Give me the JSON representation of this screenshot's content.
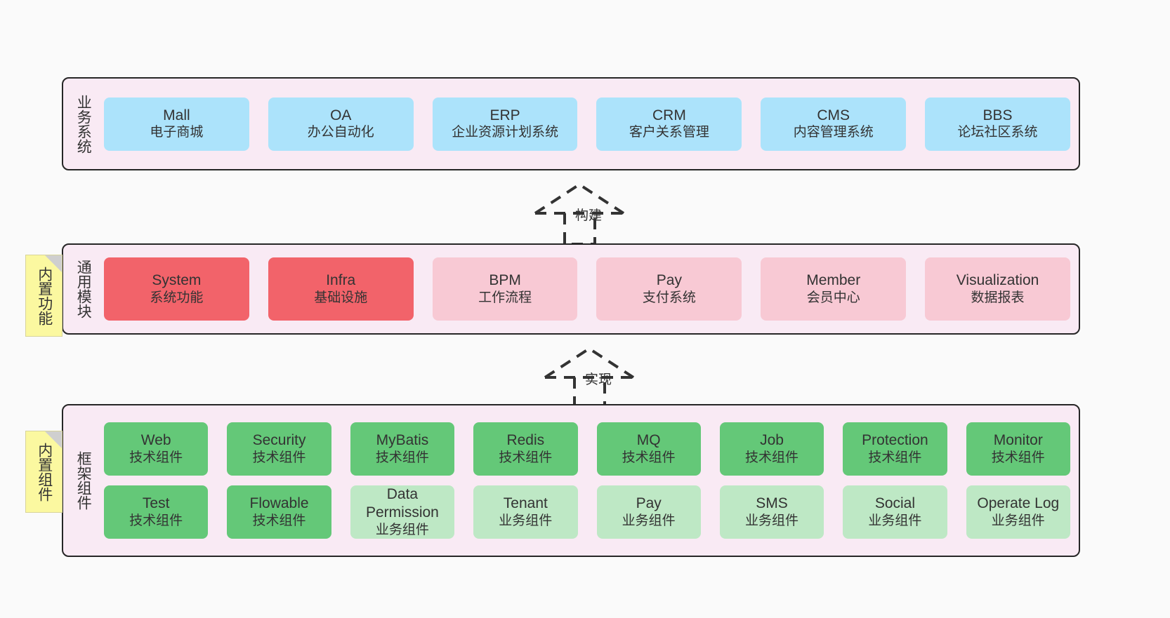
{
  "diagram": {
    "background": "#fafafa",
    "layer_fill": "#f9eaf4",
    "layer_border": "#262626",
    "note_fill": "#fbf8a0"
  },
  "layers": [
    {
      "title": "业务系统",
      "rows": [
        {
          "cards": [
            {
              "en": "Mall",
              "cn": "电子商城",
              "color": "#ace3fb"
            },
            {
              "en": "OA",
              "cn": "办公自动化",
              "color": "#ace3fb"
            },
            {
              "en": "ERP",
              "cn": "企业资源计划系统",
              "color": "#ace3fb"
            },
            {
              "en": "CRM",
              "cn": "客户关系管理",
              "color": "#ace3fb"
            },
            {
              "en": "CMS",
              "cn": "内容管理系统",
              "color": "#ace3fb"
            },
            {
              "en": "BBS",
              "cn": "论坛社区系统",
              "color": "#ace3fb"
            }
          ]
        }
      ]
    },
    {
      "title": "通用模块",
      "note": "内置功能",
      "rows": [
        {
          "cards": [
            {
              "en": "System",
              "cn": "系统功能",
              "color": "#f2636a"
            },
            {
              "en": "Infra",
              "cn": "基础设施",
              "color": "#f2636a"
            },
            {
              "en": "BPM",
              "cn": "工作流程",
              "color": "#f8c9d4"
            },
            {
              "en": "Pay",
              "cn": "支付系统",
              "color": "#f8c9d4"
            },
            {
              "en": "Member",
              "cn": "会员中心",
              "color": "#f8c9d4"
            },
            {
              "en": "Visualization",
              "cn": "数据报表",
              "color": "#f8c9d4"
            }
          ]
        }
      ]
    },
    {
      "title": "框架组件",
      "note": "内置组件",
      "rows": [
        {
          "cards": [
            {
              "en": "Web",
              "cn": "技术组件",
              "color": "#64c878"
            },
            {
              "en": "Security",
              "cn": "技术组件",
              "color": "#64c878"
            },
            {
              "en": "MyBatis",
              "cn": "技术组件",
              "color": "#64c878"
            },
            {
              "en": "Redis",
              "cn": "技术组件",
              "color": "#64c878"
            },
            {
              "en": "MQ",
              "cn": "技术组件",
              "color": "#64c878"
            },
            {
              "en": "Job",
              "cn": "技术组件",
              "color": "#64c878"
            },
            {
              "en": "Protection",
              "cn": "技术组件",
              "color": "#64c878"
            },
            {
              "en": "Monitor",
              "cn": "技术组件",
              "color": "#64c878"
            }
          ]
        },
        {
          "cards": [
            {
              "en": "Test",
              "cn": "技术组件",
              "color": "#64c878"
            },
            {
              "en": "Flowable",
              "cn": "技术组件",
              "color": "#64c878"
            },
            {
              "en": "Data Permission",
              "cn": "业务组件",
              "color": "#bee8c5"
            },
            {
              "en": "Tenant",
              "cn": "业务组件",
              "color": "#bee8c5"
            },
            {
              "en": "Pay",
              "cn": "业务组件",
              "color": "#bee8c5"
            },
            {
              "en": "SMS",
              "cn": "业务组件",
              "color": "#bee8c5"
            },
            {
              "en": "Social",
              "cn": "业务组件",
              "color": "#bee8c5"
            },
            {
              "en": "Operate Log",
              "cn": "业务组件",
              "color": "#bee8c5"
            }
          ]
        }
      ]
    }
  ],
  "arrows": [
    {
      "label": "构建"
    },
    {
      "label": "实现"
    }
  ]
}
